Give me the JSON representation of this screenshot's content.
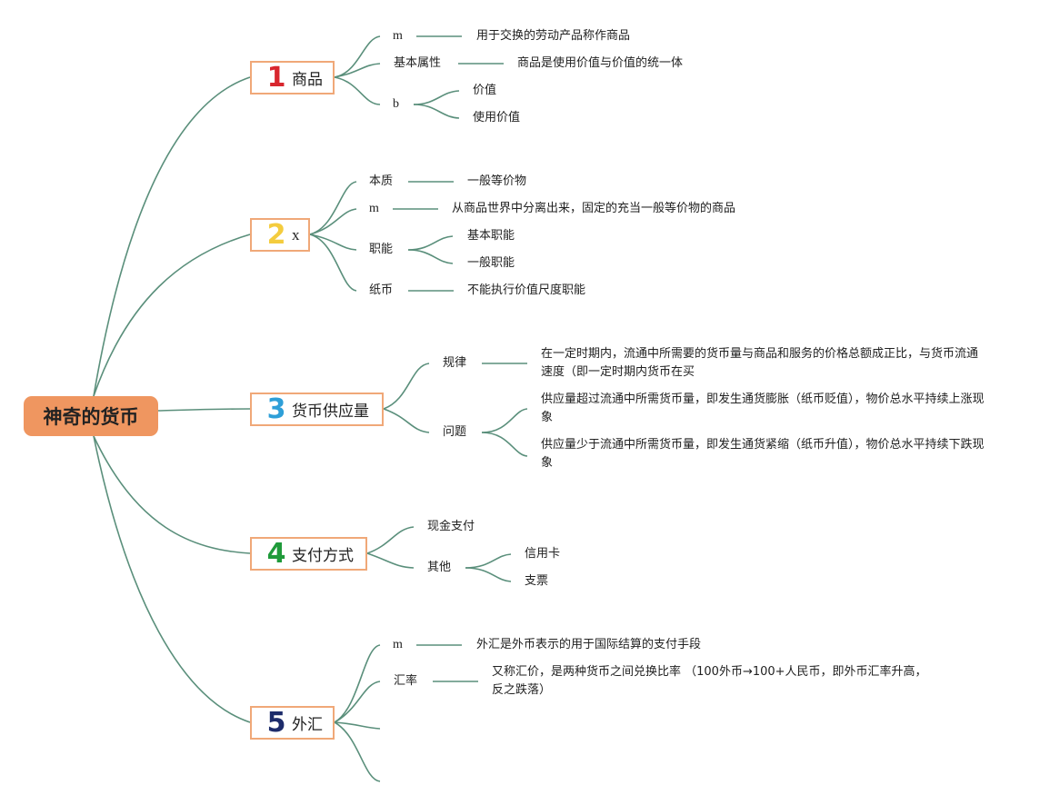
{
  "root": "神奇的货币",
  "topics": [
    {
      "number": "1",
      "label": "商品",
      "number_color": "#d8262e",
      "children": [
        {
          "label": "m",
          "detail": "用于交换的劳动产品称作商品"
        },
        {
          "label": "基本属性",
          "detail": "商品是使用价值与价值的统一体"
        },
        {
          "label": "b",
          "subitems": [
            "价值",
            "使用价值"
          ]
        }
      ]
    },
    {
      "number": "2",
      "label": "x",
      "number_color": "#f4cc3e",
      "children": [
        {
          "label": "本质",
          "detail": "一般等价物"
        },
        {
          "label": "m",
          "detail": "从商品世界中分离出来，固定的充当一般等价物的商品"
        },
        {
          "label": "职能",
          "subitems": [
            "基本职能",
            "一般职能"
          ]
        },
        {
          "label": "纸币",
          "detail": "不能执行价值尺度职能"
        }
      ]
    },
    {
      "number": "3",
      "label": "货币供应量",
      "number_color": "#2e9fd8",
      "children": [
        {
          "label": "规律",
          "detail": "在一定时期内，流通中所需要的货币量与商品和服务的价格总额成正比，与货币流通速度（即一定时期内货币在买"
        },
        {
          "label": "问题",
          "subitems": [
            "供应量超过流通中所需货币量，即发生通货膨胀（纸币贬值），物价总水平持续上涨现象",
            "供应量少于流通中所需货币量，即发生通货紧缩（纸币升值），物价总水平持续下跌现象"
          ]
        }
      ]
    },
    {
      "number": "4",
      "label": "支付方式",
      "number_color": "#1f9a3a",
      "children": [
        {
          "label": "现金支付"
        },
        {
          "label": "其他",
          "subitems": [
            "信用卡",
            "支票"
          ]
        }
      ]
    },
    {
      "number": "5",
      "label": "外汇",
      "number_color": "#1d2c6b",
      "children": [
        {
          "label": "m",
          "detail": "外汇是外币表示的用于国际结算的支付手段"
        },
        {
          "label": "汇率",
          "detail": "又称汇价，是两种货币之间兑换比率 （100外币→100+人民币，即外币汇率升高，反之跌落）"
        }
      ]
    }
  ]
}
